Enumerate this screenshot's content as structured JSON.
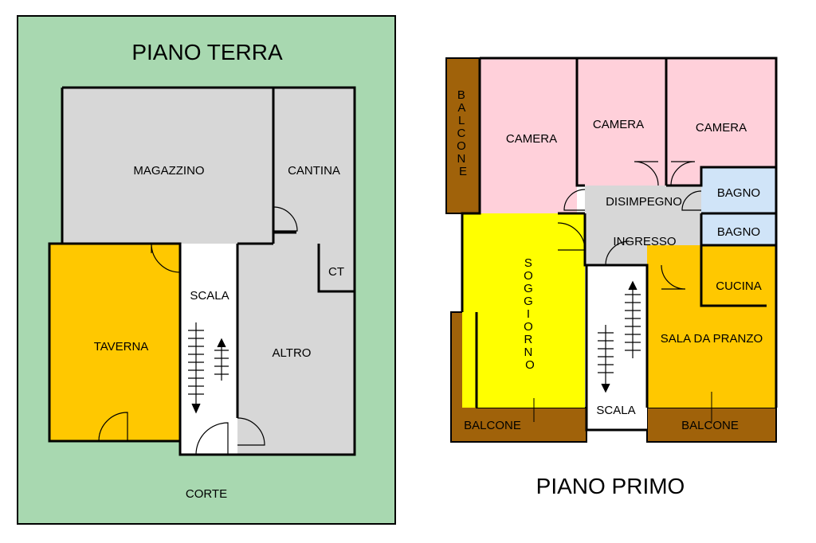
{
  "ground_floor": {
    "title": "PIANO TERRA",
    "magazzino": "MAGAZZINO",
    "cantina": "CANTINA",
    "ct": "CT",
    "scala": "SCALA",
    "taverna": "TAVERNA",
    "altro": "ALTRO",
    "corte": "CORTE"
  },
  "first_floor": {
    "title": "PIANO PRIMO",
    "balcone_left_vertical": [
      "B",
      "A",
      "L",
      "C",
      "O",
      "N",
      "E"
    ],
    "camera_1": "CAMERA",
    "camera_2": "CAMERA",
    "camera_3": "CAMERA",
    "disimpegno": "DISIMPEGNO",
    "bagno_1": "BAGNO",
    "bagno_2": "BAGNO",
    "ingresso": "INGRESSO",
    "soggiorno_vertical": [
      "S",
      "O",
      "G",
      "G",
      "I",
      "O",
      "R",
      "N",
      "O"
    ],
    "cucina": "CUCINA",
    "sala_da_pranzo": "SALA DA PRANZO",
    "scala": "SCALA",
    "balcone_bottom_left": "BALCONE",
    "balcone_bottom_right": "BALCONE"
  },
  "colors": {
    "corte": "#a8d8b0",
    "grey_room": "#d7d7d7",
    "taverna": "#ffc800",
    "camera": "#ffd0da",
    "bagno": "#d0e4f8",
    "soggiorno": "#ffff00",
    "sala": "#ffc800",
    "balcone": "#a0620a",
    "disimpegno": "#d7d7d7"
  }
}
